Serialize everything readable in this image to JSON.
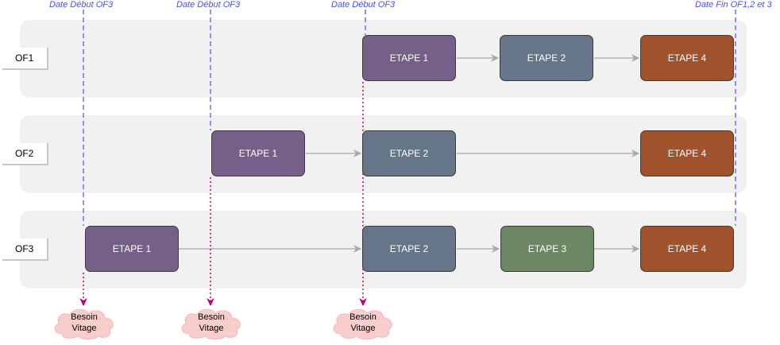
{
  "colors": {
    "etape1": "#76608a",
    "etape2": "#647687",
    "etape3": "#6d8764",
    "etape4": "#a0522d",
    "cloud": "#f8cecc",
    "date_line": "#6b6bff",
    "besoin_line": "#c0007a",
    "flow_arrow": "#b3b3b3"
  },
  "date_labels": {
    "d1": "Date Début OF3",
    "d2": "Date Début OF3",
    "d3": "Date Début OF3",
    "fin": "Date Fin OF1,2 et 3"
  },
  "lanes": {
    "of1": {
      "label": "OF1",
      "steps": {
        "s1": "ETAPE 1",
        "s2": "ETAPE 2",
        "s4": "ETAPE 4"
      }
    },
    "of2": {
      "label": "OF2",
      "steps": {
        "s1": "ETAPE 1",
        "s2": "ETAPE 2",
        "s4": "ETAPE 4"
      }
    },
    "of3": {
      "label": "OF3",
      "steps": {
        "s1": "ETAPE 1",
        "s2": "ETAPE 2",
        "s3": "ETAPE 3",
        "s4": "ETAPE 4"
      }
    }
  },
  "besoins": {
    "b1": {
      "line1": "Besoin",
      "line2": "Vitage"
    },
    "b2": {
      "line1": "Besoin",
      "line2": "Vitage"
    },
    "b3": {
      "line1": "Besoin",
      "line2": "Vitage"
    }
  }
}
